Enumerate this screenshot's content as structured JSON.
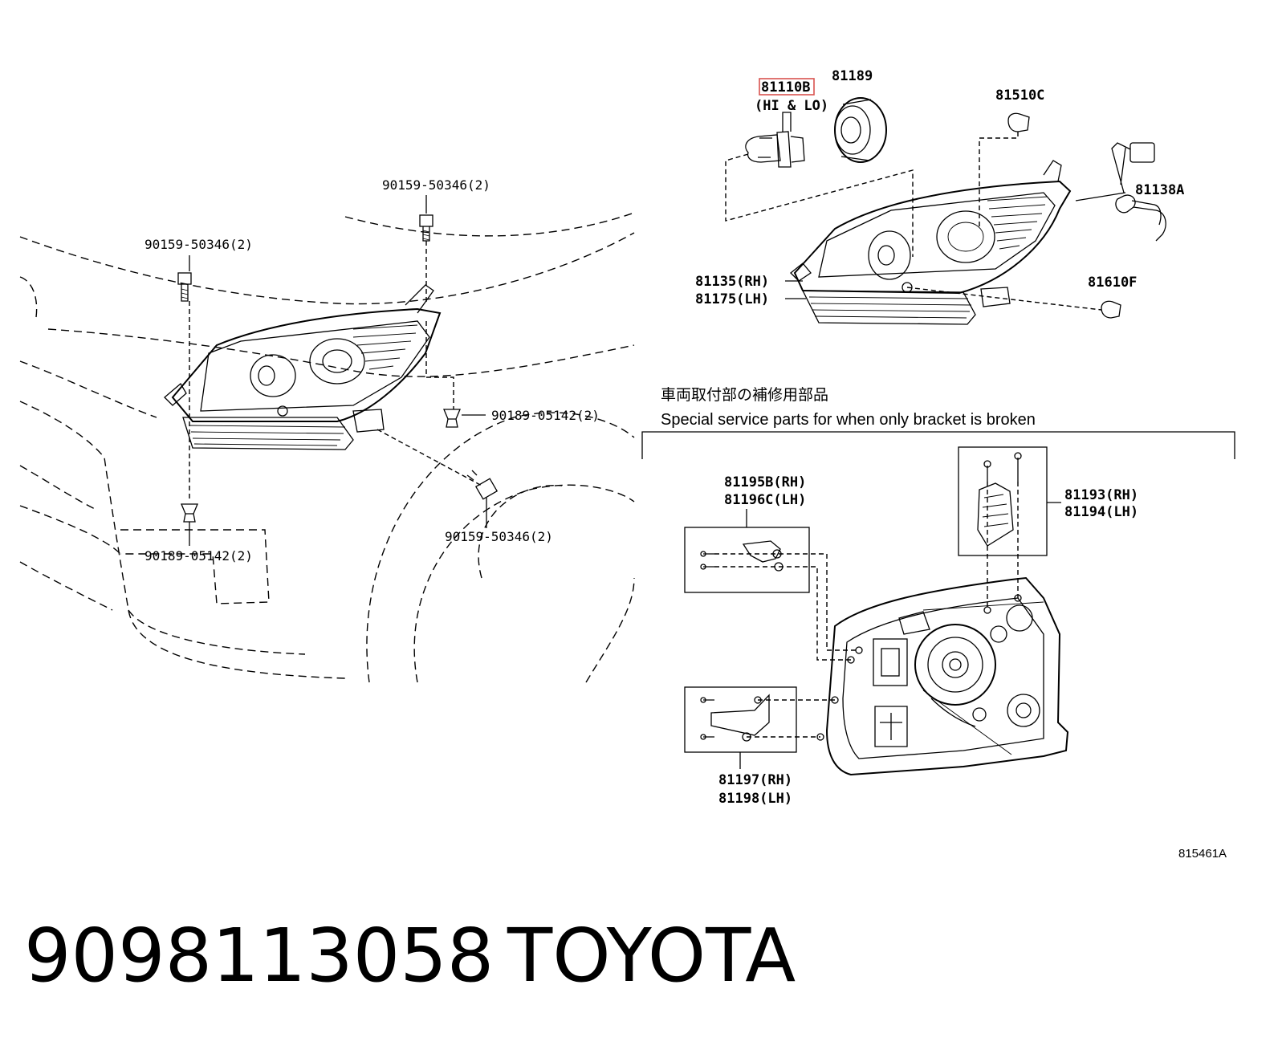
{
  "labels": {
    "bulb_part": "81110",
    "bulb_suffix": "B",
    "bulb_note": "(HI & LO)",
    "socket": "81189",
    "side_bulb": "81510C",
    "wire": "81138A",
    "small_bulb": "81610F",
    "unit_rh": "81135(RH)",
    "unit_lh": "81175(LH)",
    "bolt_top": "90159-50346(2)",
    "bolt_left": "90159-50346(2)",
    "clip_right": "90189-05142(2)",
    "bolt_bottom_right": "90159-50346(2)",
    "clip_bottom_left": "90189-05142(2)",
    "bracket_a_rh": "81195B(RH)",
    "bracket_a_lh": "81196C(LH)",
    "bracket_b_rh": "81193(RH)",
    "bracket_b_lh": "81194(LH)",
    "bracket_c_rh": "81197(RH)",
    "bracket_c_lh": "81198(LH)"
  },
  "section": {
    "title_jp": "車両取付部の補修用部品",
    "title_en": "Special service parts for when only bracket is broken"
  },
  "figure_ref": "815461A",
  "footer": {
    "part_number": "9098113058",
    "brand": "TOYOTA"
  },
  "colors": {
    "highlight": "#d9534f"
  }
}
